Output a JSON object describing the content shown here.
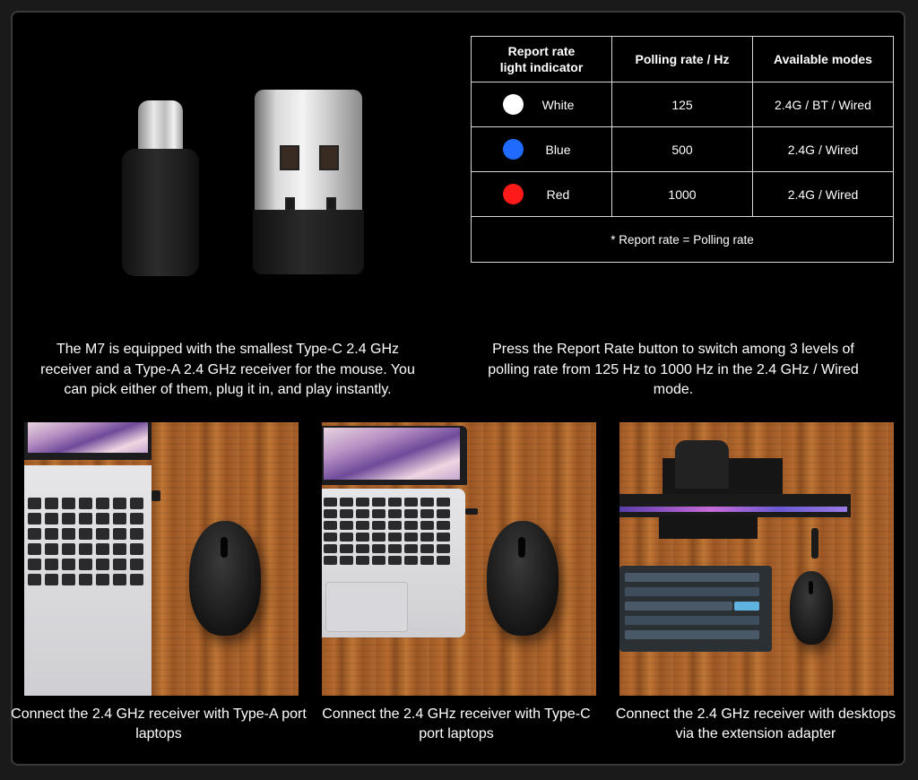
{
  "table": {
    "headers": [
      "Report rate\nlight indicator",
      "Polling rate / Hz",
      "Available modes"
    ],
    "header_line1": "Report rate",
    "header_line2": "light indicator",
    "rows": [
      {
        "color_name": "White",
        "color": "#ffffff",
        "polling": "125",
        "modes": "2.4G / BT / Wired"
      },
      {
        "color_name": "Blue",
        "color": "#1f6bff",
        "polling": "500",
        "modes": "2.4G / Wired"
      },
      {
        "color_name": "Red",
        "color": "#ff1a1a",
        "polling": "1000",
        "modes": "2.4G / Wired"
      }
    ],
    "note": "* Report rate = Polling rate"
  },
  "description_left": "The M7 is equipped with the smallest Type-C 2.4 GHz receiver and a Type-A 2.4 GHz receiver for the mouse. You can pick either of them, plug it in, and play instantly.",
  "description_right": "Press the Report Rate button to switch among 3 levels of polling rate from 125 Hz to 1000 Hz in the 2.4 GHz / Wired mode.",
  "captions": [
    "Connect the 2.4 GHz receiver with Type-A port laptops",
    "Connect the 2.4 GHz receiver with Type-C port laptops",
    "Connect the 2.4 GHz receiver with desktops via the extension adapter"
  ]
}
